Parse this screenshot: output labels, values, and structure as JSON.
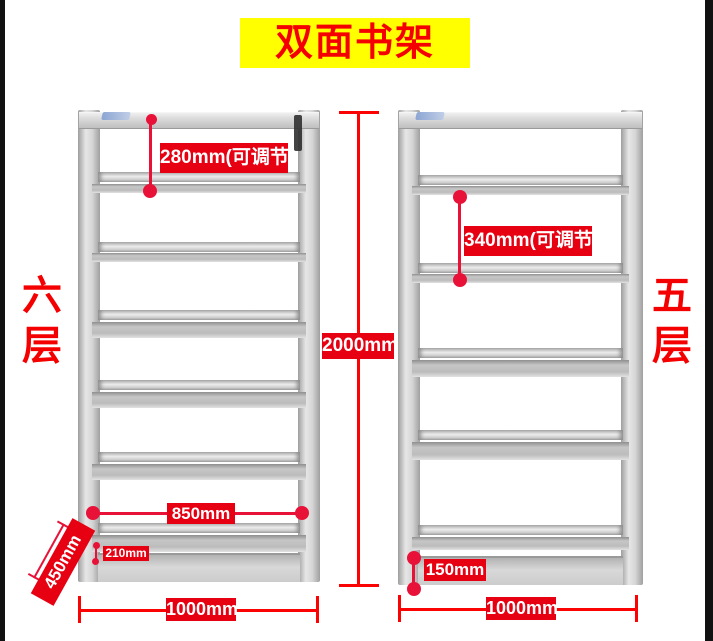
{
  "title": {
    "text": "双面书架"
  },
  "shelves": {
    "left": {
      "side_label": "六层"
    },
    "right": {
      "side_label": "五层"
    }
  },
  "dimensions": {
    "left_gap": "280mm(可调节)",
    "right_gap": "340mm(可调节)",
    "height": "2000mm",
    "inner_width": "850mm",
    "left_base_height": "210mm",
    "depth": "450mm",
    "left_width": "1000mm",
    "right_width": "1000mm",
    "right_base_height": "150mm"
  },
  "colors": {
    "banner_bg": "#ffff00",
    "title_red": "#f40000",
    "label_red": "#e60012",
    "dot_red": "#e81239",
    "line_red": "#fb0203",
    "shelf_gray": "#cccccc"
  }
}
